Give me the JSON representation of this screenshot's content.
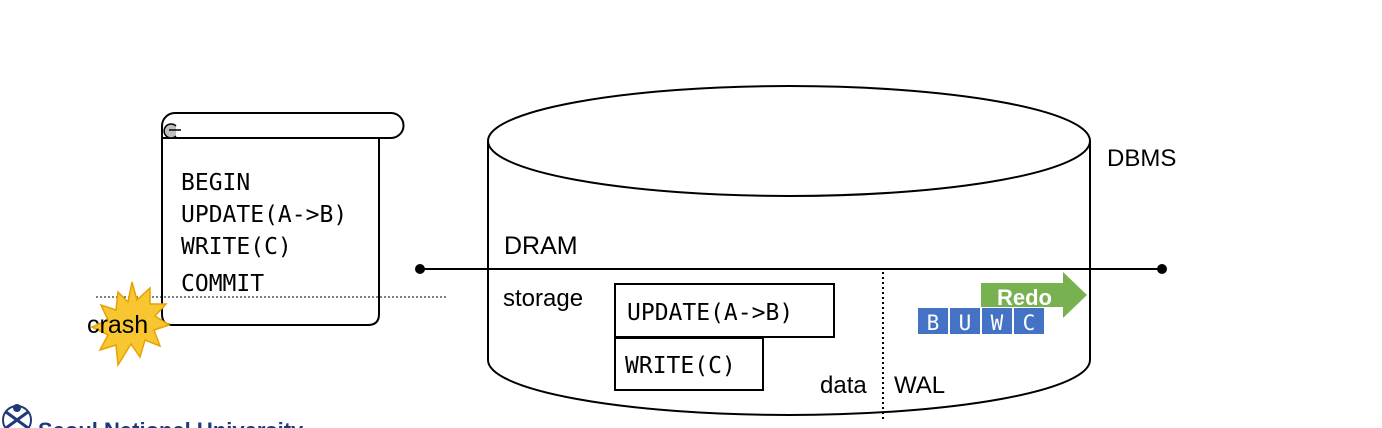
{
  "transaction_script": {
    "lines": [
      "BEGIN",
      "UPDATE(A->B)",
      "WRITE(C)",
      "COMMIT"
    ]
  },
  "crash_label": "crash",
  "dbms": {
    "label": "DBMS",
    "dram_label": "DRAM",
    "storage_label": "storage",
    "data_label": "data",
    "wal_label": "WAL",
    "data_records": [
      "UPDATE(A->B)",
      "WRITE(C)"
    ],
    "wal_entries": [
      "B",
      "U",
      "W",
      "C"
    ],
    "redo_label": "Redo"
  },
  "footer": {
    "university": "Seoul National University"
  },
  "colors": {
    "wal_box": "#4472c4",
    "redo_arrow": "#70ad47",
    "crash_burst": "#f8c630"
  }
}
